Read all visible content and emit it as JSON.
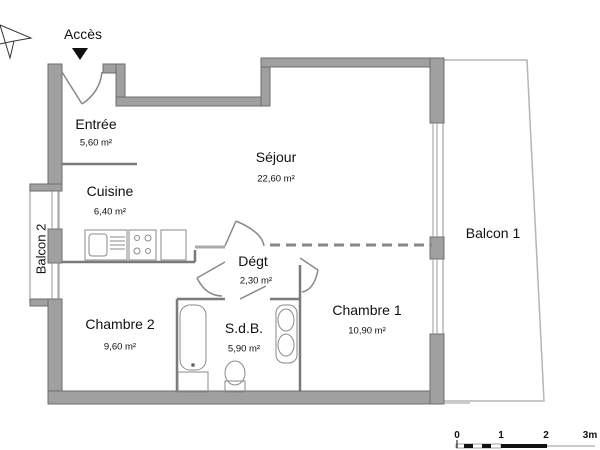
{
  "plan": {
    "access_label": "Accès",
    "colors": {
      "wall": "#a0a0a0",
      "wall_outline": "#6e6e6e",
      "fixture": "#8a8a8a",
      "balcony_line": "#b5b5b5"
    },
    "rooms": [
      {
        "id": "entree",
        "name": "Entrée",
        "area": "5,60 m²"
      },
      {
        "id": "sejour",
        "name": "Séjour",
        "area": "22,60 m²"
      },
      {
        "id": "cuisine",
        "name": "Cuisine",
        "area": "6,40 m²"
      },
      {
        "id": "degt",
        "name": "Dégt",
        "area": "2,30 m²"
      },
      {
        "id": "chambre2",
        "name": "Chambre 2",
        "area": "9,60 m²"
      },
      {
        "id": "sdb",
        "name": "S.d.B.",
        "area": "5,90 m²"
      },
      {
        "id": "chambre1",
        "name": "Chambre 1",
        "area": "10,90 m²"
      }
    ],
    "balconies": [
      {
        "id": "balcon1",
        "name": "Balcon 1"
      },
      {
        "id": "balcon2",
        "name": "Balcon 2"
      }
    ],
    "scale": {
      "ticks": [
        "0",
        "1",
        "2",
        "3m"
      ]
    },
    "icons": {
      "north": "north-arrow-icon",
      "entry": "entry-arrow-icon"
    }
  }
}
